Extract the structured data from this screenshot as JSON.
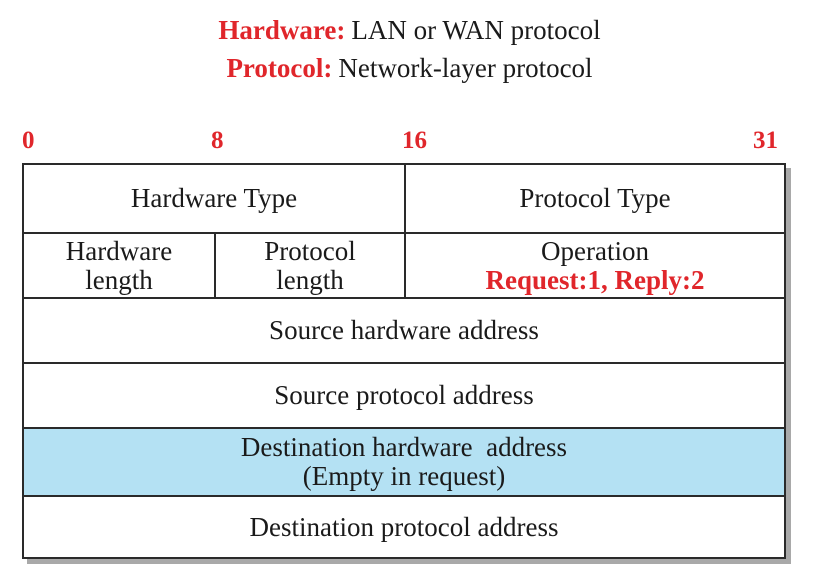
{
  "legend": [
    {
      "key": "Hardware:",
      "value": "LAN or WAN protocol"
    },
    {
      "key": "Protocol:",
      "value": "Network-layer protocol"
    }
  ],
  "bit_positions": [
    "0",
    "8",
    "16",
    "31"
  ],
  "fields": {
    "hardware_type": "Hardware Type",
    "protocol_type": "Protocol Type",
    "hardware_length": [
      "Hardware",
      "length"
    ],
    "protocol_length": [
      "Protocol",
      "length"
    ],
    "operation": "Operation",
    "operation_note": "Request:1, Reply:2",
    "source_hardware_address": "Source hardware address",
    "source_protocol_address": "Source protocol address",
    "destination_hardware_address": "Destination hardware  address",
    "destination_hardware_note": "(Empty in request)",
    "destination_protocol_address": "Destination protocol address"
  },
  "colors": {
    "highlight_text": "#e0262b",
    "highlight_row": "#b4e1f3",
    "border": "#2a2a2a"
  }
}
